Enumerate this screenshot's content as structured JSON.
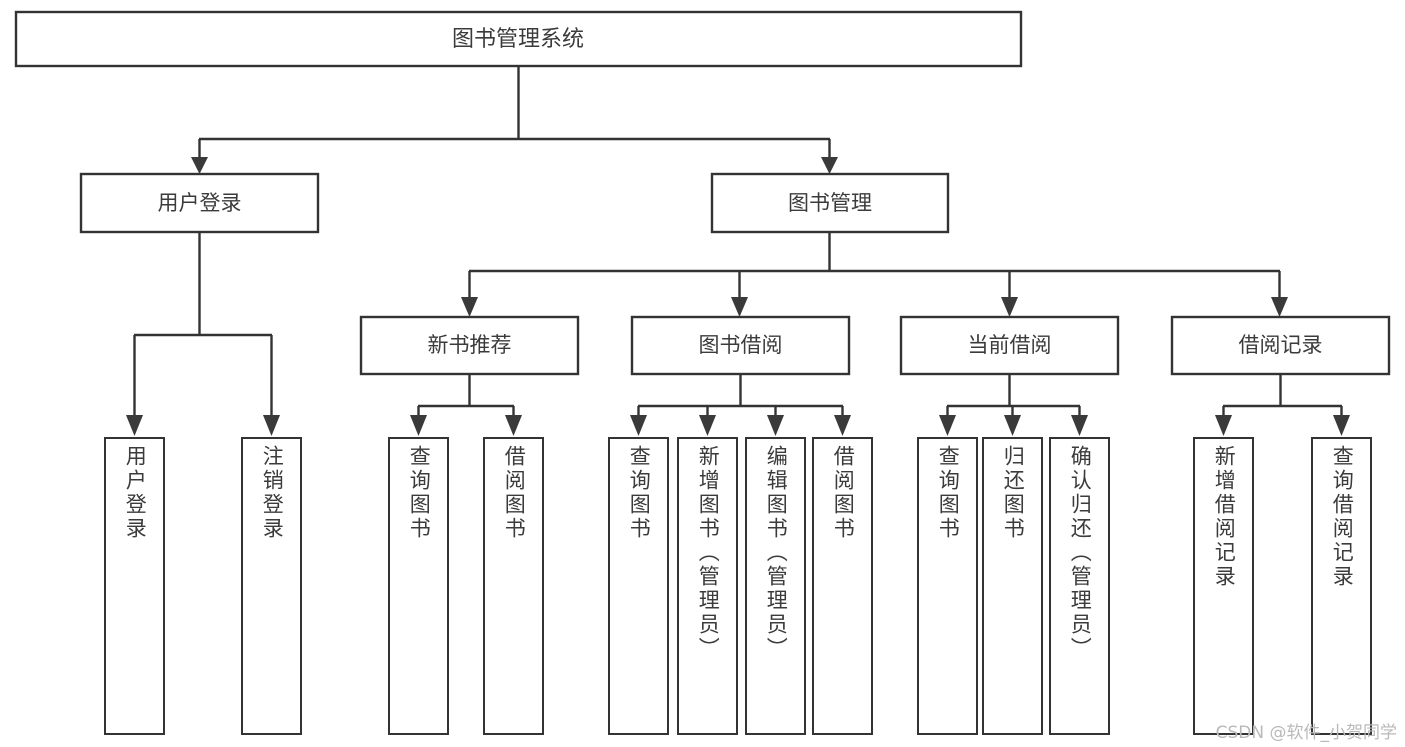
{
  "diagram": {
    "type": "tree-hierarchy",
    "title": "图书管理系统",
    "watermark": "CSDN @软件_小贺同学",
    "colors": {
      "stroke": "#333333",
      "box_fill": "#ffffff",
      "text": "#3b3b3b",
      "background": "#ffffff",
      "watermark": "#b9b9b9"
    },
    "root": {
      "label": "图书管理系统"
    },
    "level2": [
      {
        "label": "用户登录"
      },
      {
        "label": "图书管理"
      }
    ],
    "level3": [
      {
        "label": "新书推荐"
      },
      {
        "label": "图书借阅"
      },
      {
        "label": "当前借阅"
      },
      {
        "label": "借阅记录"
      }
    ],
    "leaves": {
      "user_login": [
        {
          "label": "用户登录"
        },
        {
          "label": "注销登录"
        }
      ],
      "new_book_recommend": [
        {
          "label": "查询图书"
        },
        {
          "label": "借阅图书"
        }
      ],
      "book_borrow": [
        {
          "label": "查询图书"
        },
        {
          "label": "新增图书（管理员）"
        },
        {
          "label": "编辑图书（管理员）"
        },
        {
          "label": "借阅图书"
        }
      ],
      "current_borrow": [
        {
          "label": "查询图书"
        },
        {
          "label": "归还图书"
        },
        {
          "label": "确认归还（管理员）"
        }
      ],
      "borrow_record": [
        {
          "label": "新增借阅记录"
        },
        {
          "label": "查询借阅记录"
        }
      ]
    }
  }
}
